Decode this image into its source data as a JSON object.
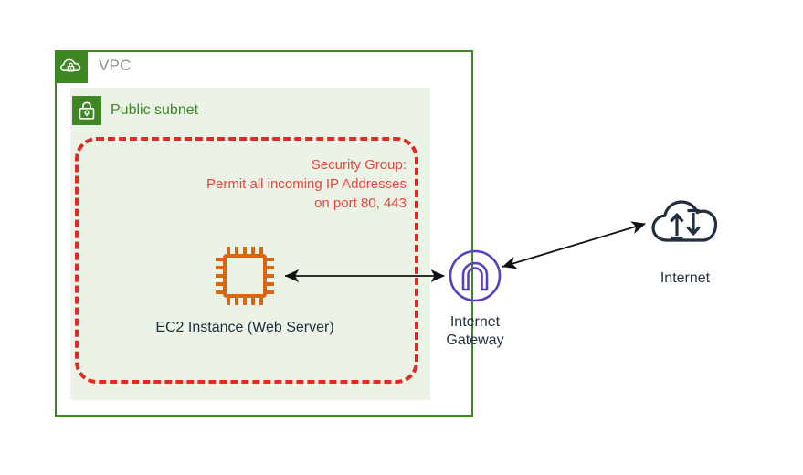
{
  "diagram": {
    "title": "AWS VPC public subnet with EC2 web server and internet gateway",
    "colors": {
      "vpc_green": "#3F8624",
      "subnet_fill": "#EBF3E6",
      "security_group_red": "#E02A22",
      "ec2_orange": "#D86613",
      "gateway_purple": "#5A3FC0",
      "text_navy": "#232F3E",
      "vpc_label_gray": "#8C9196",
      "connector_black": "#111111",
      "canvas_white": "#FFFFFF"
    }
  },
  "vpc": {
    "label": "VPC",
    "icon_name": "vpc-cloud-lock-icon"
  },
  "subnet": {
    "label": "Public subnet",
    "icon_name": "subnet-padlock-icon"
  },
  "security_group": {
    "line1": "Security Group:",
    "line2": "Permit all incoming IP Addresses",
    "line3": "on port 80, 443"
  },
  "ec2": {
    "label": "EC2 Instance (Web Server)",
    "icon_name": "ec2-chip-icon"
  },
  "internet_gateway": {
    "label_line1": "Internet",
    "label_line2": "Gateway",
    "icon_name": "internet-gateway-arch-icon"
  },
  "internet": {
    "label": "Internet",
    "icon_name": "internet-cloud-arrows-icon"
  },
  "connectors": [
    {
      "name": "ec2-to-gateway",
      "from": "EC2 Instance (Web Server)",
      "to": "Internet Gateway",
      "style": "double-headed-arrow"
    },
    {
      "name": "gateway-to-internet",
      "from": "Internet Gateway",
      "to": "Internet",
      "style": "double-headed-arrow"
    }
  ]
}
